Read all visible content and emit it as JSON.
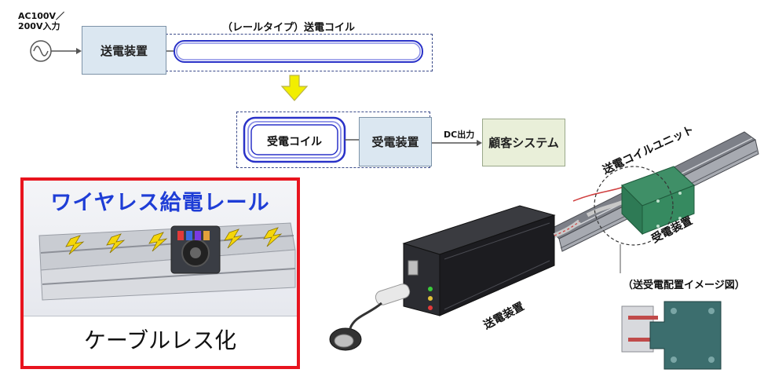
{
  "input_label_line1": "AC100V／",
  "input_label_line2": "200V入力",
  "transmitter_box_label": "送電装置",
  "rail_coil_label": "（レールタイプ）送電コイル",
  "receiver_coil_label": "受電コイル",
  "receiver_device_label": "受電装置",
  "dc_output_label": "DC出力",
  "customer_system_label": "顧客システム",
  "panel_title": "ワイヤレス給電レール",
  "panel_caption": "ケーブルレス化",
  "coil_unit_label": "送電コイルユニット",
  "receiver_unit_label": "受電装置",
  "transmitter_unit_label": "送電装置",
  "layout_image_label": "（送受電配置イメージ図）",
  "colors": {
    "transmitter_fill": "#dbe7f1",
    "receiver_fill": "#dbe7f1",
    "customer_fill": "#e9efd9",
    "coil_blue": "#2a32c8",
    "arrow_yellow": "#f2ee00",
    "panel_border": "#e8141e",
    "panel_title_blue": "#1e3dd6",
    "unit_green": "#2e7a55",
    "device_dark": "#1c1c20"
  }
}
